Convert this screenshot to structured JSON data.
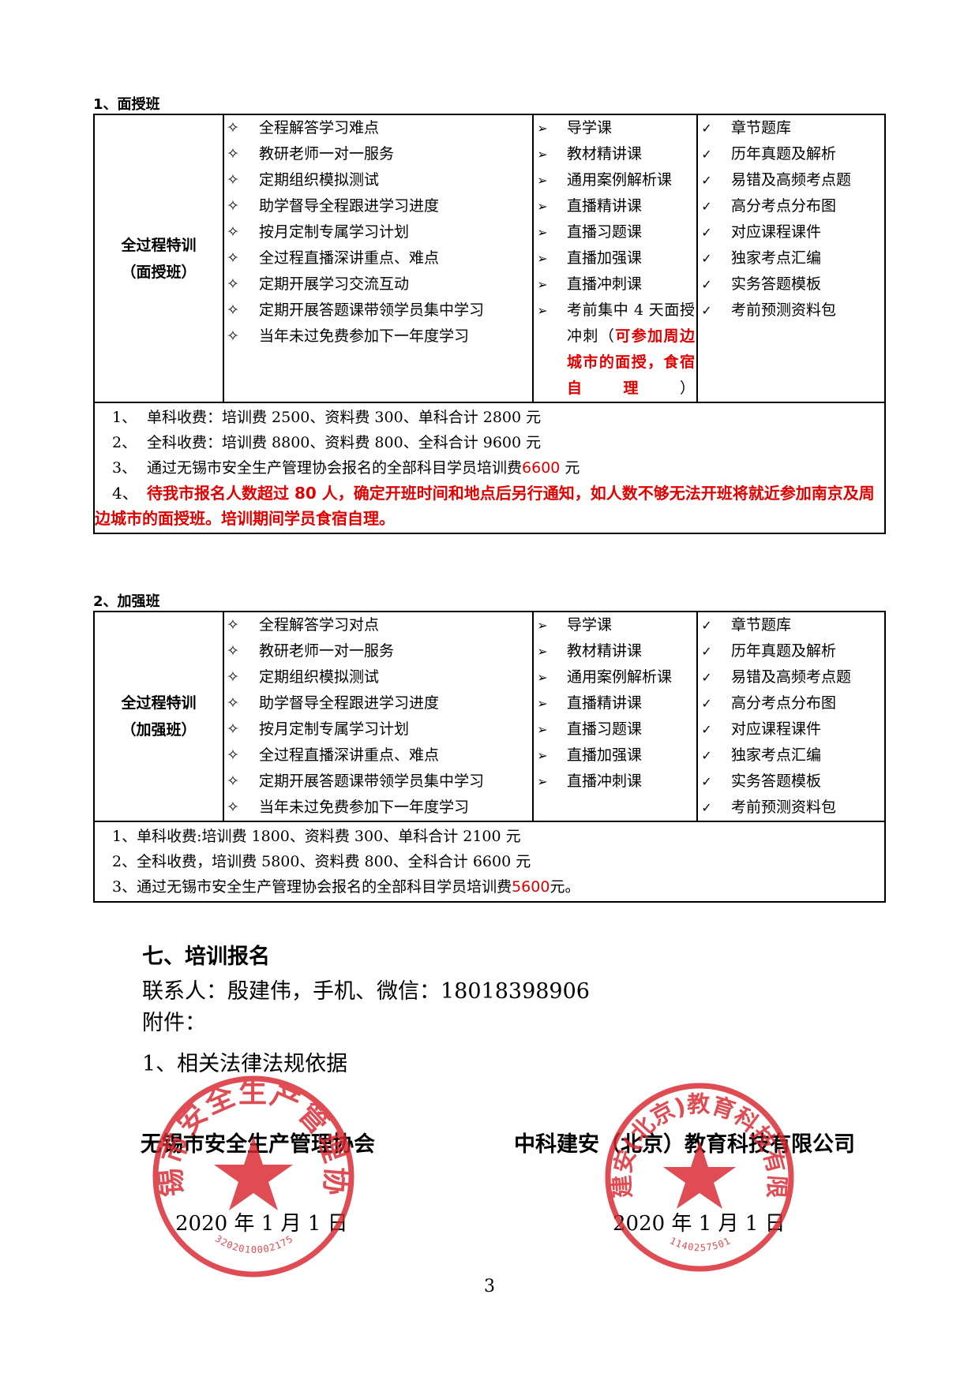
{
  "section1": {
    "title": "1、面授班",
    "label_line1": "全过程特训",
    "label_line2": "（面授班）",
    "services": [
      "全程解答学习难点",
      "教研老师一对一服务",
      "定期组织模拟测试",
      "助学督导全程跟进学习进度",
      "按月定制专属学习计划",
      "全过程直播深讲重点、难点",
      "定期开展学习交流互动",
      "定期开展答题课带领学员集中学习",
      "当年未过免费参加下一年度学习"
    ],
    "courses": [
      "导学课",
      "教材精讲课",
      "通用案例解析课",
      "直播精讲课",
      "直播习题课",
      "直播加强课",
      "直播冲刺课"
    ],
    "course_last_a": "考前集中 4 天面授冲刺（",
    "course_last_red": "可参加周边城市的面授，食宿自理",
    "course_last_b": "）",
    "materials": [
      "章节题库",
      "历年真题及解析",
      "易错及高频考点题",
      "高分考点分布图",
      "对应课程课件",
      "独家考点汇编",
      "实务答题模板",
      "考前预测资料包"
    ],
    "fees": [
      {
        "num": "1、",
        "text": "单科收费：培训费 2500、资料费 300、单科合计 2800 元"
      },
      {
        "num": "2、",
        "text": "全科收费：培训费 8800、资料费 800、全科合计 9600 元"
      }
    ],
    "fee3_num": "3、",
    "fee3_text": "通过无锡市安全生产管理协会报名的全部科目学员培训费",
    "fee3_value": "6600",
    "fee3_unit": " 元",
    "fee4_num": "4、",
    "fee4_text": "待我市报名人数超过 80 人，确定开班时间和地点后另行通知，如人数不够无法开班将就近参加南京及周边城市的面授班。培训期间学员食宿自理。"
  },
  "section2": {
    "title": "2、加强班",
    "label_line1": "全过程特训",
    "label_line2": "（加强班）",
    "services": [
      "全程解答学习对点",
      "教研老师一对一服务",
      "定期组织模拟测试",
      "助学督导全程跟进学习进度",
      "按月定制专属学习计划",
      "全过程直播深讲重点、难点",
      "定期开展答题课带领学员集中学习",
      "当年未过免费参加下一年度学习"
    ],
    "courses": [
      "导学课",
      "教材精讲课",
      "通用案例解析课",
      "直播精讲课",
      "直播习题课",
      "直播加强课",
      "直播冲刺课"
    ],
    "materials": [
      "章节题库",
      "历年真题及解析",
      "易错及高频考点题",
      "高分考点分布图",
      "对应课程课件",
      "独家考点汇编",
      "实务答题模板",
      "考前预测资料包"
    ],
    "fee1": "1、单科收费:培训费 1800、资料费 300、单科合计 2100 元",
    "fee2": "2、全科收费，培训费 5800、资料费 800、全科合计 6600 元",
    "fee3_text": "3、通过无锡市安全生产管理协会报名的全部科目学员培训费",
    "fee3_value": "5600",
    "fee3_unit": "元。"
  },
  "registration": {
    "heading": "七、培训报名",
    "contact": "联系人：殷建伟，手机、微信：18018398906",
    "attachment": "附件：",
    "attachment_item": "1、相关法律法规依据"
  },
  "signatures": {
    "left_org": "无锡市安全生产管理协会",
    "left_date": "2020 年 1 月 1 日",
    "right_org": "中科建安（北京）教育科技有限公司",
    "right_date": "2020 年 1 月 1 日",
    "left_stamp_text": "无锡市安全生产管理协会",
    "left_stamp_code": "3202010002175",
    "right_stamp_text": "中科建安(北京)教育科技有限公司",
    "right_stamp_code": "1140257501"
  },
  "page_number": "3",
  "colors": {
    "red": "#e00000",
    "stamp": "#d8262e"
  },
  "icons": {
    "service_bullet": "diamond-star-icon",
    "course_bullet": "arrow-head-icon",
    "material_bullet": "check-icon"
  }
}
